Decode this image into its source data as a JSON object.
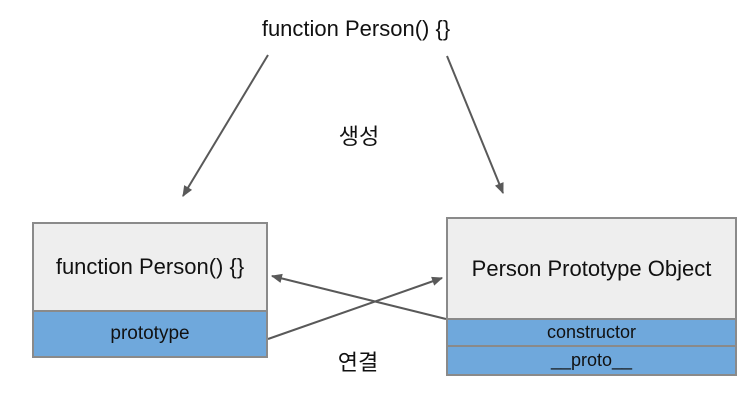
{
  "diagram": {
    "top_label": "function Person() {}",
    "create_label": "생성",
    "link_label": "연결",
    "function_box": {
      "title": "function Person() {}",
      "rows": [
        "prototype"
      ]
    },
    "prototype_box": {
      "title": "Person Prototype Object",
      "rows": [
        "constructor",
        "__proto__"
      ]
    }
  },
  "colors": {
    "background": "#ffffff",
    "box_header_fill": "#eeeeee",
    "box_row_fill": "#6fa8dc",
    "box_border": "#8a8a8a",
    "arrow": "#595959",
    "text": "#111111"
  }
}
